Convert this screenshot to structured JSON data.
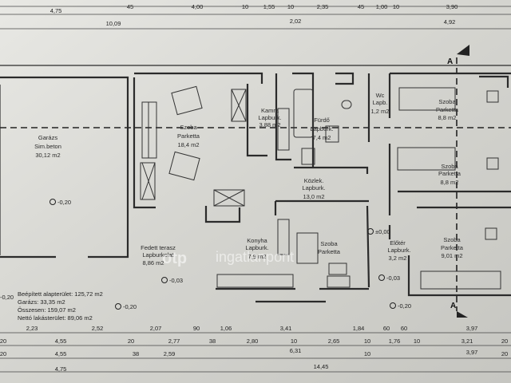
{
  "rooms": {
    "garage": {
      "name": "Garázs",
      "floor": "Sim.beton",
      "area": "30,12 m2"
    },
    "living": {
      "name": "Szoba",
      "floor": "Parketta",
      "area": "18,4 m2"
    },
    "pantry": {
      "name": "Kamra",
      "floor": "Lapburk.",
      "area": "3,88 m2"
    },
    "bath": {
      "name": "Fürdő",
      "floor": "Lapburk.",
      "area": "7,4 m2"
    },
    "wc": {
      "name": "Wc",
      "floor": "Lapb.",
      "area": "1,2 m2"
    },
    "room1": {
      "name": "Szoba",
      "floor": "Parketta",
      "area": "8,8 m2"
    },
    "room2": {
      "name": "Szoba",
      "floor": "Parketta",
      "area": "8,8 m2"
    },
    "corridor": {
      "name": "Közlek.",
      "floor": "Lapburk.",
      "area": "13,0 m2"
    },
    "terrace": {
      "name": "Fedett terasz",
      "floor": "Lapburkolat",
      "area": "8,86 m2"
    },
    "kitchen": {
      "name": "Konyha",
      "floor": "Lapburk.",
      "area": "7,9 m2"
    },
    "room3": {
      "name": "Szoba",
      "floor": "Parketta",
      "area": ""
    },
    "hall": {
      "name": "Előtér",
      "floor": "Lapburk.",
      "area": "3,2 m2"
    },
    "room4": {
      "name": "Szoba",
      "floor": "Parketta",
      "area": "9,01 m2"
    }
  },
  "summary": {
    "built": "Beépített alapterület: 125,72 m2",
    "garage": "Garázs: 33,35 m2",
    "total": "Összesen: 159,07 m2",
    "net": "Nettó lakásterület: 89,06 m2"
  },
  "elevations": {
    "garage": "-0,20",
    "terrace": "-0,03",
    "hall_top": "±0,00",
    "hall": "-0,03",
    "left_edge": "-0,20",
    "terrace_out": "-0,20",
    "right_out": "-0,20"
  },
  "section_marks": {
    "top": "A",
    "bottom": "A"
  },
  "dims_top": {
    "d1": "4,75",
    "d2": "45",
    "d3": "4,00",
    "d4": "10",
    "d5": "1,55",
    "d6": "10",
    "d7": "2,35",
    "d8": "45",
    "d9": "1,00",
    "d10": "10",
    "d11": "3,90",
    "d12": "10,09",
    "d13": "2,02",
    "d14": "4,92"
  },
  "dims_bottom": {
    "r1": [
      "2,23",
      "2,52",
      "2,07",
      "90",
      "1,06",
      "3,41",
      "1,84",
      "60",
      "60",
      "3,97"
    ],
    "r2": [
      "20",
      "4,55",
      "20",
      "2,77",
      "38",
      "2,80",
      "10",
      "2,65",
      "10",
      "1,76",
      "10",
      "3,21",
      "20"
    ],
    "r3": [
      "20",
      "4,55",
      "38",
      "2,59",
      "6,31",
      "10",
      "3,97",
      "20"
    ],
    "r4": [
      "4,75",
      "14,45"
    ]
  },
  "watermark": {
    "logo": "otp",
    "text": "ingatlanpont"
  }
}
